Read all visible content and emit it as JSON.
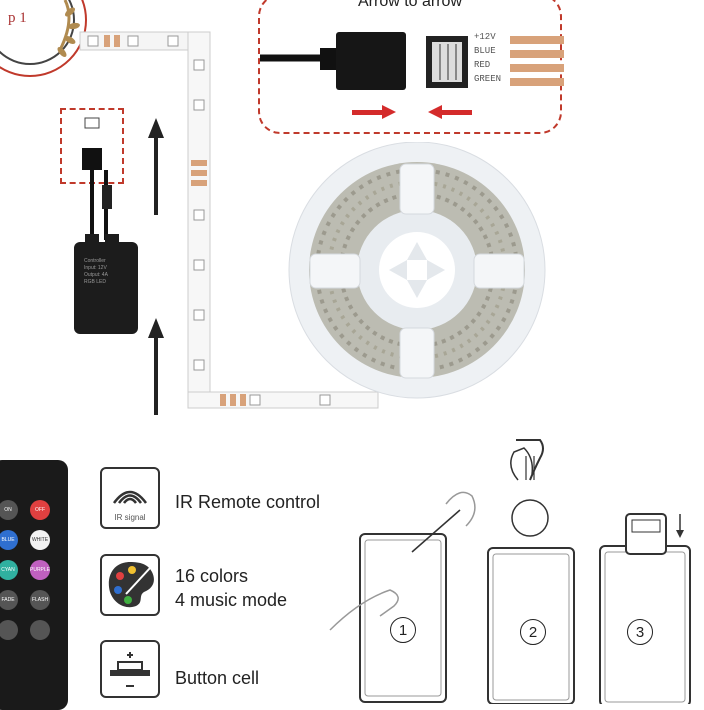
{
  "badge": {
    "text": "p 1"
  },
  "callout": {
    "title": "Arrow to arrow",
    "pins": [
      "+12V",
      "BLUE",
      "RED",
      "GREEN"
    ]
  },
  "controller": {
    "label_lines": [
      "Controller",
      "Input: 12V",
      "Output: 4A",
      "RGB LED"
    ]
  },
  "remote": {
    "buttons": [
      "ON",
      "OFF",
      "BLUE",
      "WHITE",
      "CYAN",
      "PURPLE",
      "FADE",
      "FLASH"
    ]
  },
  "features": {
    "ir": {
      "icon_label": "IR signal",
      "text": "IR Remote control"
    },
    "colors": {
      "line1": "16 colors",
      "line2": "4 music mode"
    },
    "battery": {
      "text": "Button cell"
    }
  },
  "steps": [
    "1",
    "2",
    "3"
  ],
  "colors": {
    "accent_red": "#c0392b",
    "remote_body": "#1a1a1a",
    "badge_gold": "#b08b50"
  }
}
